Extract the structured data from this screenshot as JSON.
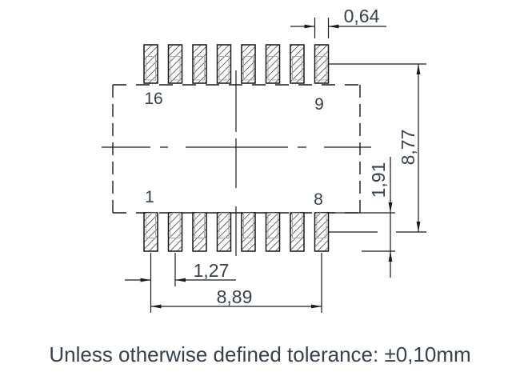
{
  "note": "Unless otherwise defined tolerance: ±0,10mm",
  "footprint": {
    "pads_per_row": 8,
    "rows": 2,
    "pad_numbers": {
      "top_left": "16",
      "top_right": "9",
      "bottom_left": "1",
      "bottom_right": "8"
    },
    "dimensions_mm": {
      "pad_width": "0,64",
      "row_center_span_vertical": "8,77",
      "pad_length": "1,91",
      "pad_pitch": "1,27",
      "pad_center_span_horizontal": "8,89"
    },
    "colors": {
      "line": "#1a1a1a",
      "text": "#36414e",
      "pin_outline": "#a8a8a8"
    }
  }
}
